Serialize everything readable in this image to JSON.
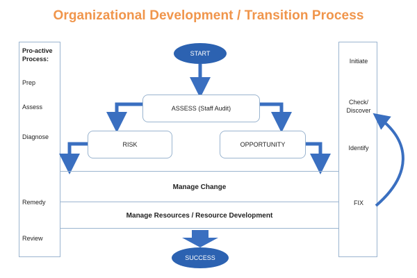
{
  "title": "Organizational Development / Transition Process",
  "left_panel": {
    "heading": "Pro-active Process:",
    "items": [
      "Prep",
      "Assess",
      "Diagnose",
      "Remedy",
      "Review"
    ]
  },
  "right_panel": {
    "items": [
      "Initiate",
      "Check/ Discover",
      "Identify",
      "FIX"
    ]
  },
  "nodes": {
    "start": "START",
    "assess": "ASSESS (Staff Audit)",
    "risk": "RISK",
    "opportunity": "OPPORTUNITY",
    "success": "SUCCESS"
  },
  "bands": {
    "manage_change": "Manage Change",
    "manage_resources": "Manage Resources / Resource Development"
  },
  "colors": {
    "title": "#f0954b",
    "arrow": "#3a6fc0",
    "oval": "#2c62b1",
    "border": "#9ab4cf"
  }
}
